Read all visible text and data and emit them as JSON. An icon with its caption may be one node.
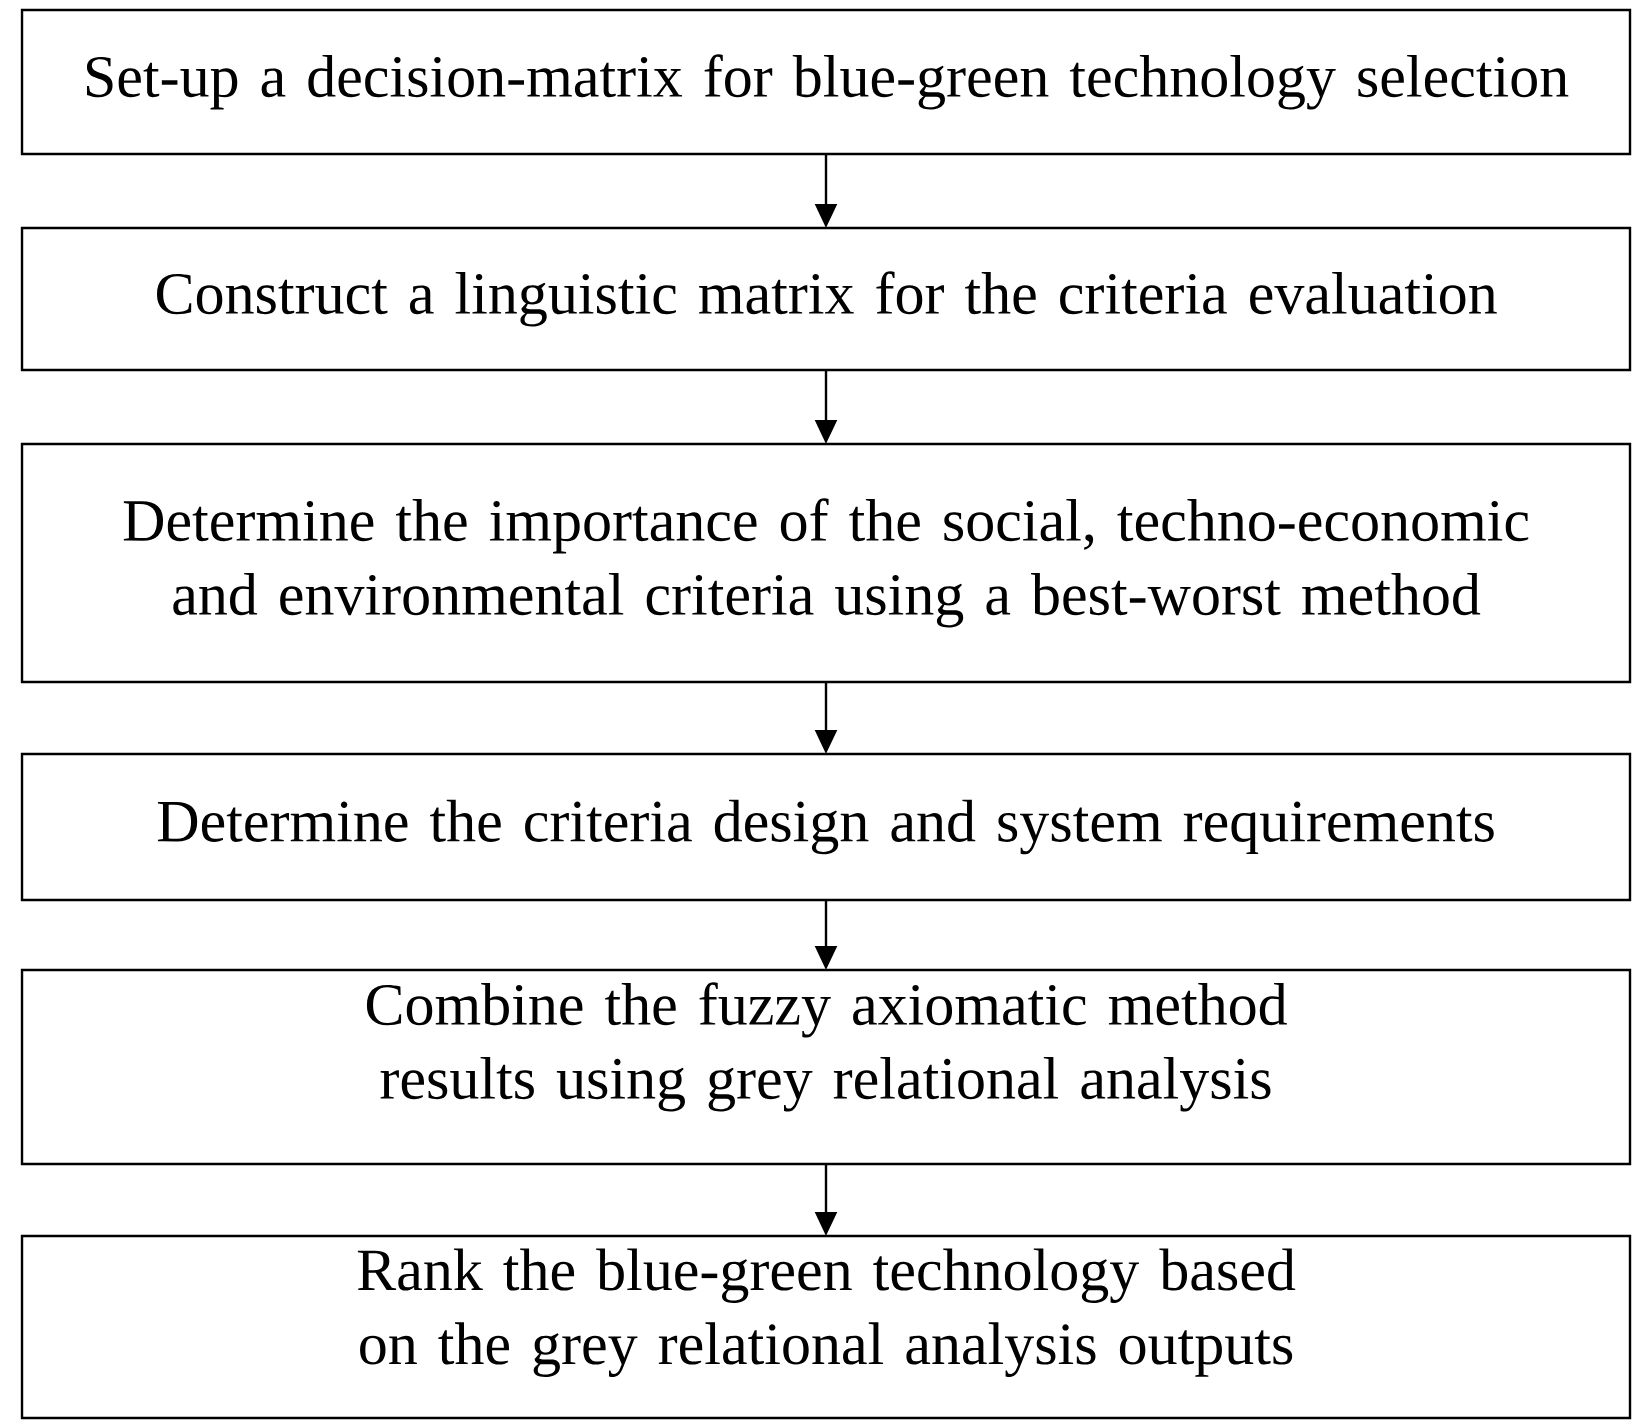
{
  "diagram": {
    "nodes": [
      {
        "text": [
          "Set-up a decision-matrix for blue-green technology selection"
        ]
      },
      {
        "text": [
          "Construct a linguistic matrix for the criteria evaluation"
        ]
      },
      {
        "text": [
          "Determine the importance of the social, techno-economic and environmental criteria using a best-worst method"
        ]
      },
      {
        "text": [
          "Determine the criteria design and system requirements"
        ]
      },
      {
        "text": [
          "Combine the fuzzy axiomatic method results using grey relational analysis"
        ]
      },
      {
        "text": [
          "Rank the blue-green technology based on the grey relational analysis outputs"
        ]
      }
    ],
    "edges": [
      {
        "from": 0,
        "to": 1,
        "arrow": "to"
      },
      {
        "from": 1,
        "to": 2,
        "arrow": "to"
      },
      {
        "from": 2,
        "to": 3,
        "arrow": "to"
      },
      {
        "from": 3,
        "to": 4,
        "arrow": "to"
      },
      {
        "from": 4,
        "to": 5,
        "arrow": "to"
      }
    ]
  }
}
